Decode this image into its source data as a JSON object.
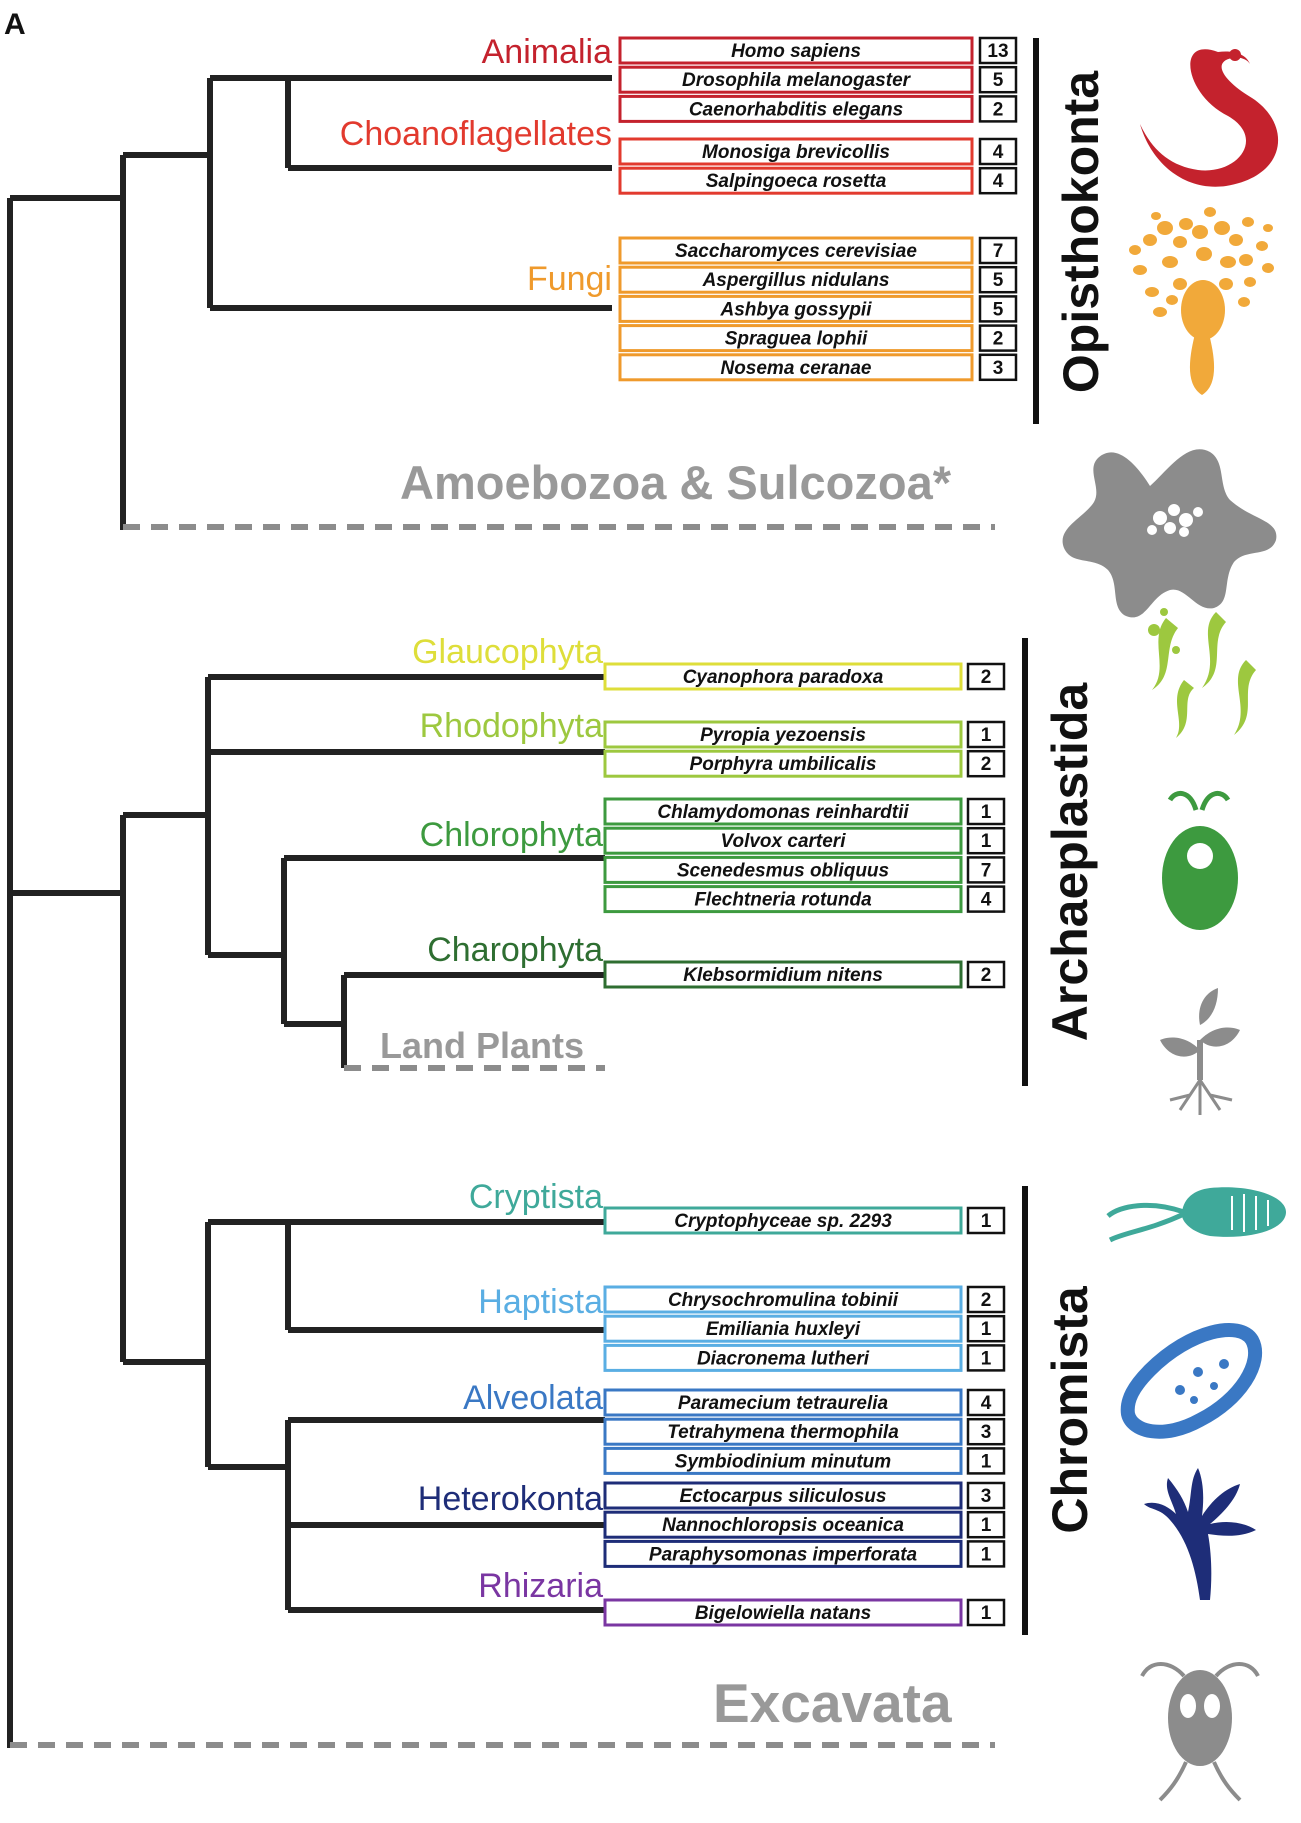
{
  "panel_letter": "A",
  "supergroups": [
    {
      "name": "Opisthokonta",
      "icon": "worm-icon"
    },
    {
      "name": "Archaeplastida",
      "icon": "seaweed-icon"
    },
    {
      "name": "Chromista",
      "icon": "cryptophyte-icon"
    }
  ],
  "unsampled": [
    {
      "name": "Amoebozoa & Sulcozoa*",
      "icon": "amoeba-icon"
    },
    {
      "name": "Land Plants",
      "icon": "plant-icon"
    },
    {
      "name": "Excavata",
      "icon": "excavate-icon"
    }
  ],
  "groups": [
    {
      "name": "Animalia",
      "color": "#c4222d",
      "species": [
        {
          "name": "Homo sapiens",
          "count": "13"
        },
        {
          "name": "Drosophila melanogaster",
          "count": "5"
        },
        {
          "name": "Caenorhabditis elegans",
          "count": "2"
        }
      ]
    },
    {
      "name": "Choanoflagellates",
      "color": "#e23a2e",
      "species": [
        {
          "name": "Monosiga brevicollis",
          "count": "4"
        },
        {
          "name": "Salpingoeca rosetta",
          "count": "4"
        }
      ]
    },
    {
      "name": "Fungi",
      "color": "#ef9a2c",
      "icon": "fungus-icon",
      "species": [
        {
          "name": "Saccharomyces cerevisiae",
          "count": "7"
        },
        {
          "name": "Aspergillus nidulans",
          "count": "5"
        },
        {
          "name": "Ashbya gossypii",
          "count": "5"
        },
        {
          "name": "Spraguea lophii",
          "count": "2"
        },
        {
          "name": "Nosema ceranae",
          "count": "3"
        }
      ]
    },
    {
      "name": "Glaucophyta",
      "color": "#dede3a",
      "species": [
        {
          "name": "Cyanophora paradoxa",
          "count": "2"
        }
      ]
    },
    {
      "name": "Rhodophyta",
      "color": "#9dc83f",
      "species": [
        {
          "name": "Pyropia yezoensis",
          "count": "1"
        },
        {
          "name": "Porphyra umbilicalis",
          "count": "2"
        }
      ]
    },
    {
      "name": "Chlorophyta",
      "color": "#3d9a3f",
      "icon": "chlamydomonas-icon",
      "species": [
        {
          "name": "Chlamydomonas reinhardtii",
          "count": "1"
        },
        {
          "name": "Volvox carteri",
          "count": "1"
        },
        {
          "name": "Scenedesmus obliquus",
          "count": "7"
        },
        {
          "name": "Flechtneria rotunda",
          "count": "4"
        }
      ]
    },
    {
      "name": "Charophyta",
      "color": "#2e6e31",
      "species": [
        {
          "name": "Klebsormidium nitens",
          "count": "2"
        }
      ]
    },
    {
      "name": "Cryptista",
      "color": "#3fa99a",
      "species": [
        {
          "name": "Cryptophyceae sp. 2293",
          "count": "1"
        }
      ]
    },
    {
      "name": "Haptista",
      "color": "#5aaee3",
      "species": [
        {
          "name": "Chrysochromulina tobinii",
          "count": "2"
        },
        {
          "name": "Emiliania huxleyi",
          "count": "1"
        },
        {
          "name": "Diacronema lutheri",
          "count": "1"
        }
      ]
    },
    {
      "name": "Alveolata",
      "color": "#3a78c4",
      "icon": "paramecium-icon",
      "species": [
        {
          "name": "Paramecium tetraurelia",
          "count": "4"
        },
        {
          "name": "Tetrahymena thermophila",
          "count": "3"
        },
        {
          "name": "Symbiodinium minutum",
          "count": "1"
        }
      ]
    },
    {
      "name": "Heterokonta",
      "color": "#1e2d78",
      "icon": "kelp-icon",
      "species": [
        {
          "name": "Ectocarpus siliculosus",
          "count": "3"
        },
        {
          "name": "Nannochloropsis oceanica",
          "count": "1"
        },
        {
          "name": "Paraphysomonas imperforata",
          "count": "1"
        }
      ]
    },
    {
      "name": "Rhizaria",
      "color": "#7a36a2",
      "species": [
        {
          "name": "Bigelowiella natans",
          "count": "1"
        }
      ]
    }
  ]
}
